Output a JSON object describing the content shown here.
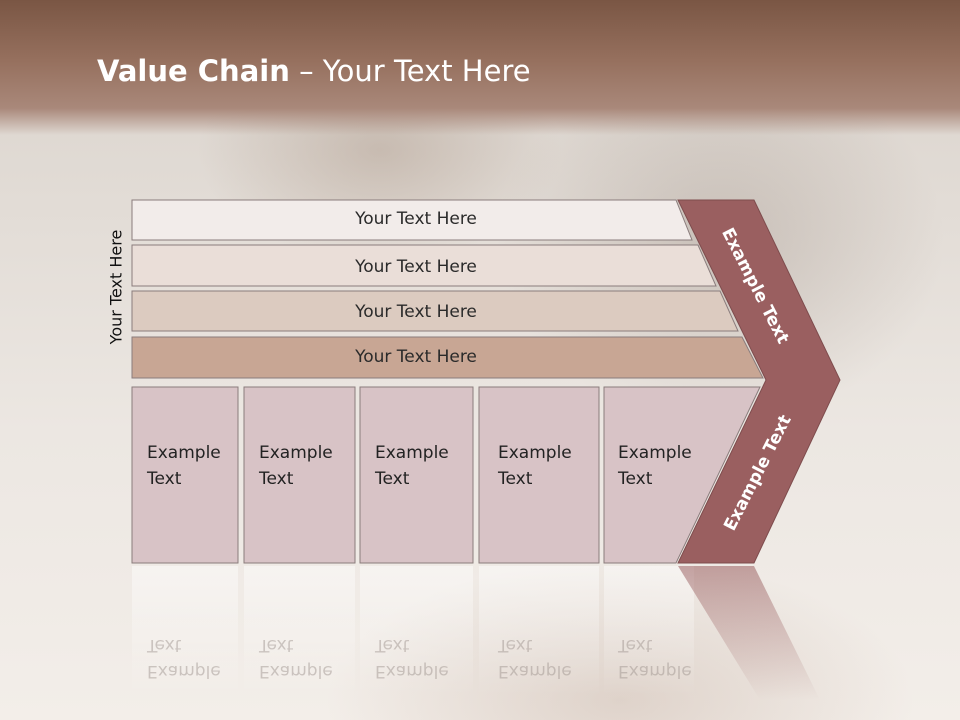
{
  "slide": {
    "title_bold": "Value Chain",
    "title_rest": " – Your Text Here",
    "side_label": "Your Text Here"
  },
  "rows": [
    {
      "label": "Your Text Here",
      "color": "#f2ecea"
    },
    {
      "label": "Your Text Here",
      "color": "#eaded8"
    },
    {
      "label": "Your Text Here",
      "color": "#dccbc0"
    },
    {
      "label": "Your Text Here",
      "color": "#c8a694"
    }
  ],
  "cells": [
    {
      "line1": "Example",
      "line2": "Text"
    },
    {
      "line1": "Example",
      "line2": "Text"
    },
    {
      "line1": "Example",
      "line2": "Text"
    },
    {
      "line1": "Example",
      "line2": "Text"
    },
    {
      "line1": "Example",
      "line2": "Text"
    }
  ],
  "chevron": {
    "upper_label": "Example Text",
    "lower_label": "Example Text",
    "color": "#9a5f60"
  },
  "colors": {
    "cell_fill": "#d8c3c6",
    "cell_border": "#8a7c7c",
    "header": "#7a5644"
  }
}
